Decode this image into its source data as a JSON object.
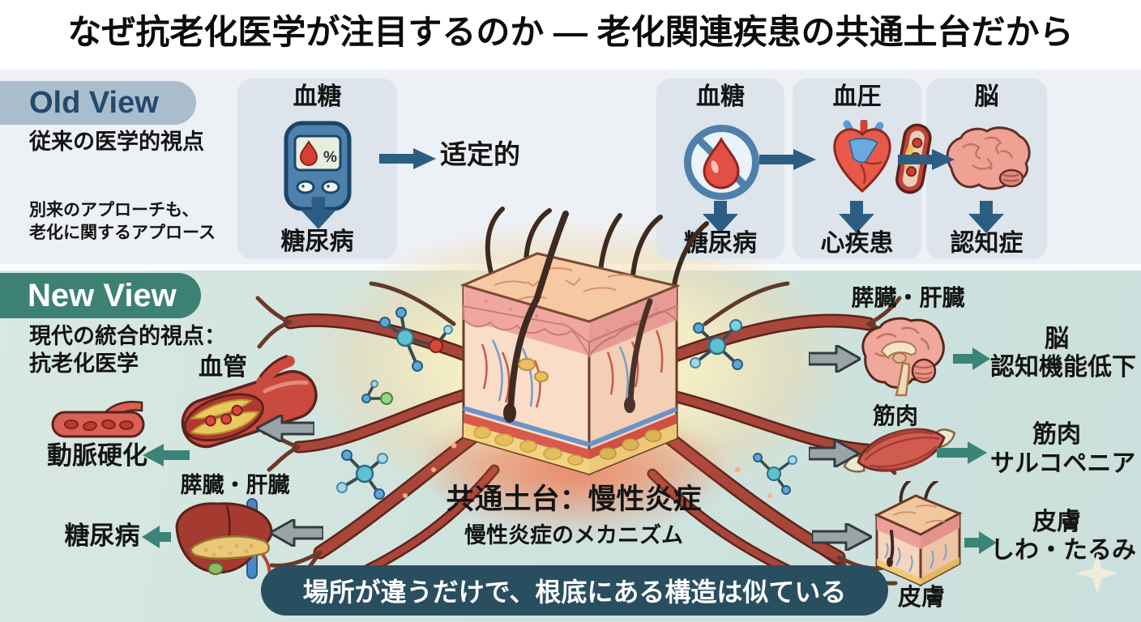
{
  "title": "なぜ抗老化医学が注目するのか ― 老化関連疾患の共通土台だから",
  "old_view": {
    "badge": "Old View",
    "subtitle": "従来の医学的視点",
    "note_line1": "別来のアプローチも、",
    "note_line2": "老化に関するアプロース",
    "glucose_card": {
      "top_label": "血糖",
      "bottom_label": "糖尿病",
      "result_label": "适定的",
      "meter_percent": "%"
    },
    "chain_cards": [
      {
        "top_label": "血糖",
        "bottom_label": "糖尿病"
      },
      {
        "top_label": "血圧",
        "bottom_label": "心疾患"
      },
      {
        "top_label": "脳",
        "bottom_label": "認知症"
      }
    ]
  },
  "new_view": {
    "badge": "New View",
    "subtitle_line1": "現代の統合的視点：",
    "subtitle_line2": "抗老化医学",
    "center_heading": "共通土台：慢性炎症",
    "center_subheading": "慢性炎症のメカニズム",
    "left": {
      "vessel_label": "血管",
      "vessel_outcome": "動脈硬化",
      "organ_label": "膵臓・肝臓",
      "organ_outcome": "糖尿病"
    },
    "right": {
      "brain_label": "膵臓・肝臓",
      "brain_outcome_line1": "脳",
      "brain_outcome_line2": "認知機能低下",
      "muscle_label": "筋肉",
      "muscle_outcome_line1": "筋肉",
      "muscle_outcome_line2": "サルコペニア",
      "skin_label": "皮膚",
      "skin_outcome_line1": "皮膚",
      "skin_outcome_line2": "しわ・たるみ"
    },
    "banner": "場所が違うだけで、根底にある構造は似ている"
  },
  "colors": {
    "old_badge_bg": "#a9bdcd",
    "old_badge_text": "#24496b",
    "new_badge_bg": "#3c8173",
    "old_section_bg": "#edf0f4",
    "old_card_bg": "#dde4ec",
    "new_section_bg": "#cfe3de",
    "arrow_blue": "#2b5e82",
    "arrow_teal": "#3a8577",
    "arrow_gray": "#9aa3a8",
    "banner_bg": "#294e60",
    "banner_text": "#ffffff",
    "glow_warm": "#fdf7d6",
    "glow_red": "#eb6846",
    "vessel_red": "#a8463a",
    "text_black": "#141414"
  }
}
